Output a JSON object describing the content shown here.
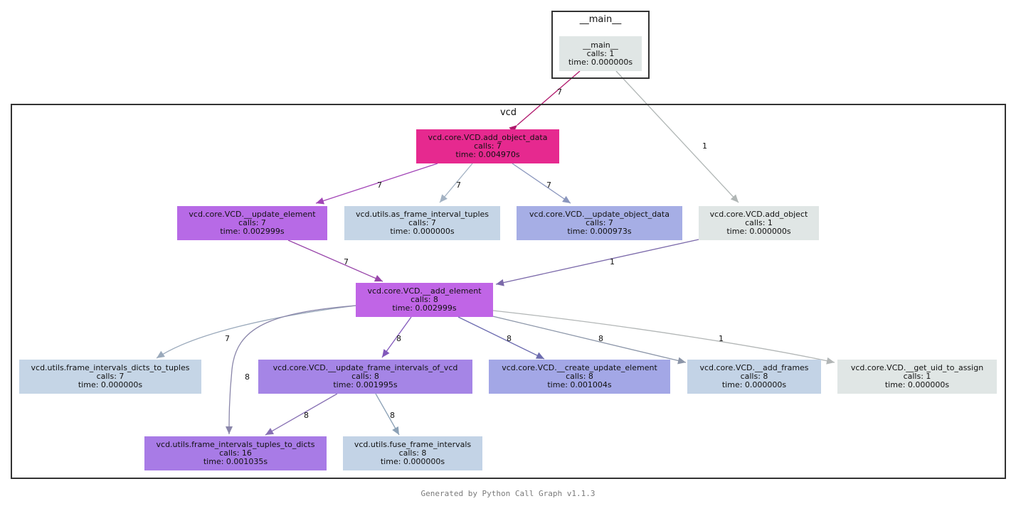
{
  "clusters": {
    "main": {
      "label": "__main__"
    },
    "vcd": {
      "label": "vcd"
    }
  },
  "nodes": {
    "main": {
      "name": "__main__",
      "calls": "calls: 1",
      "time": "time: 0.000000s",
      "color": "#e0e6e5"
    },
    "add_object_data": {
      "name": "vcd.core.VCD.add_object_data",
      "calls": "calls: 7",
      "time": "time: 0.004970s",
      "color": "#e6298f"
    },
    "update_element": {
      "name": "vcd.core.VCD.__update_element",
      "calls": "calls: 7",
      "time": "time: 0.002999s",
      "color": "#b76ae6"
    },
    "as_frame_interval_tuples": {
      "name": "vcd.utils.as_frame_interval_tuples",
      "calls": "calls: 7",
      "time": "time: 0.000000s",
      "color": "#c5d5e6"
    },
    "update_object_data": {
      "name": "vcd.core.VCD.__update_object_data",
      "calls": "calls: 7",
      "time": "time: 0.000973s",
      "color": "#a6aee5"
    },
    "add_object": {
      "name": "vcd.core.VCD.add_object",
      "calls": "calls: 1",
      "time": "time: 0.000000s",
      "color": "#e0e6e5"
    },
    "add_element": {
      "name": "vcd.core.VCD.__add_element",
      "calls": "calls: 8",
      "time": "time: 0.002999s",
      "color": "#c065e6"
    },
    "frame_intervals_dicts_to_tuples": {
      "name": "vcd.utils.frame_intervals_dicts_to_tuples",
      "calls": "calls: 7",
      "time": "time: 0.000000s",
      "color": "#c5d5e6"
    },
    "update_frame_intervals_of_vcd": {
      "name": "vcd.core.VCD.__update_frame_intervals_of_vcd",
      "calls": "calls: 8",
      "time": "time: 0.001995s",
      "color": "#a585e6"
    },
    "create_update_element": {
      "name": "vcd.core.VCD.__create_update_element",
      "calls": "calls: 8",
      "time": "time: 0.001004s",
      "color": "#a3a7e6"
    },
    "add_frames": {
      "name": "vcd.core.VCD.__add_frames",
      "calls": "calls: 8",
      "time": "time: 0.000000s",
      "color": "#c3d3e6"
    },
    "get_uid_to_assign": {
      "name": "vcd.core.VCD.__get_uid_to_assign",
      "calls": "calls: 1",
      "time": "time: 0.000000s",
      "color": "#e0e6e5"
    },
    "frame_intervals_tuples_to_dicts": {
      "name": "vcd.utils.frame_intervals_tuples_to_dicts",
      "calls": "calls: 16",
      "time": "time: 0.001035s",
      "color": "#a87be6"
    },
    "fuse_frame_intervals": {
      "name": "vcd.utils.fuse_frame_intervals",
      "calls": "calls: 8",
      "time": "time: 0.000000s",
      "color": "#c3d3e6"
    }
  },
  "edges": [
    {
      "from": "main",
      "to": "add_object_data",
      "label": "7",
      "color": "#b0186c"
    },
    {
      "from": "main",
      "to": "add_object",
      "label": "1",
      "color": "#b0b6b5"
    },
    {
      "from": "add_object_data",
      "to": "update_element",
      "label": "7",
      "color": "#a245b7"
    },
    {
      "from": "add_object_data",
      "to": "as_frame_interval_tuples",
      "label": "7",
      "color": "#a3b2c3"
    },
    {
      "from": "add_object_data",
      "to": "update_object_data",
      "label": "7",
      "color": "#8a96bd"
    },
    {
      "from": "update_element",
      "to": "add_element",
      "label": "7",
      "color": "#9845aa"
    },
    {
      "from": "add_object",
      "to": "add_element",
      "label": "1",
      "color": "#7b69aa"
    },
    {
      "from": "add_element",
      "to": "frame_intervals_dicts_to_tuples",
      "label": "7",
      "color": "#9aa9bb"
    },
    {
      "from": "add_element",
      "to": "frame_intervals_tuples_to_dicts",
      "label": "8",
      "color": "#8a86aa"
    },
    {
      "from": "add_element",
      "to": "update_frame_intervals_of_vcd",
      "label": "8",
      "color": "#8258bb"
    },
    {
      "from": "add_element",
      "to": "create_update_element",
      "label": "8",
      "color": "#6d6cb0"
    },
    {
      "from": "add_element",
      "to": "add_frames",
      "label": "8",
      "color": "#8b95a8"
    },
    {
      "from": "add_element",
      "to": "get_uid_to_assign",
      "label": "1",
      "color": "#b2b6b6"
    },
    {
      "from": "update_frame_intervals_of_vcd",
      "to": "frame_intervals_tuples_to_dicts",
      "label": "8",
      "color": "#8871b4"
    },
    {
      "from": "update_frame_intervals_of_vcd",
      "to": "fuse_frame_intervals",
      "label": "8",
      "color": "#8ca1b6"
    }
  ],
  "footer": "Generated by Python Call Graph v1.1.3"
}
